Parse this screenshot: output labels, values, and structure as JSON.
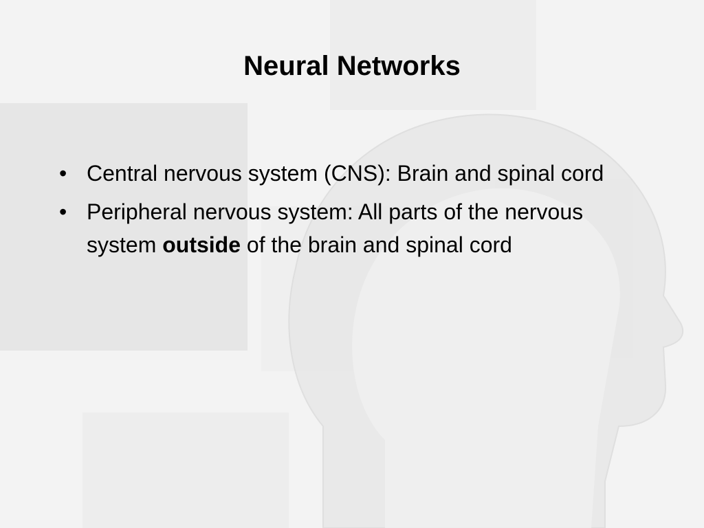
{
  "slide": {
    "title": "Neural Networks",
    "bullets": [
      {
        "marker": "•",
        "text": "Central nervous system (CNS): Brain and spinal cord"
      },
      {
        "marker": "•",
        "text_before": "Peripheral nervous system: All parts of the nervous system",
        "text_bold": "outside",
        "text_after": "of the brain and spinal cord"
      }
    ]
  },
  "colors": {
    "background": "#f3f3f3",
    "text": "#000000",
    "decoration": "#e4e4e4"
  }
}
